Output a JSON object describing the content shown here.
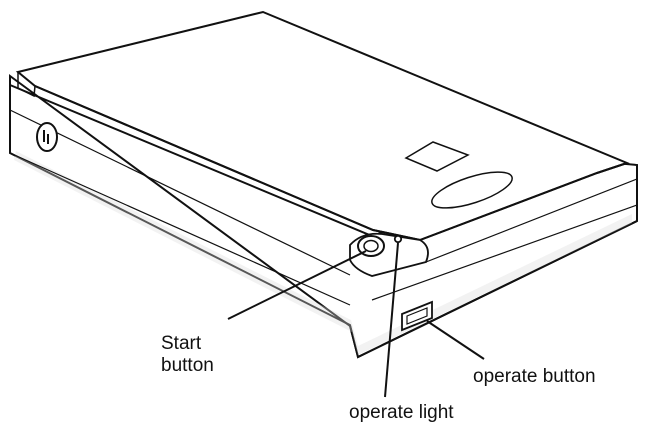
{
  "diagram": {
    "subject": "scanner-line-drawing",
    "callouts": {
      "start_button_line1": "Start",
      "start_button_line2": "button",
      "operate_button": "operate button",
      "operate_light": "operate light"
    },
    "icons": {
      "power_symbol": "power-icon",
      "start_button": "start-button-icon",
      "operate_light": "indicator-light-icon"
    },
    "colors": {
      "line": "#111111",
      "body": "#ffffff",
      "shadow": "#d9d9d9"
    }
  }
}
